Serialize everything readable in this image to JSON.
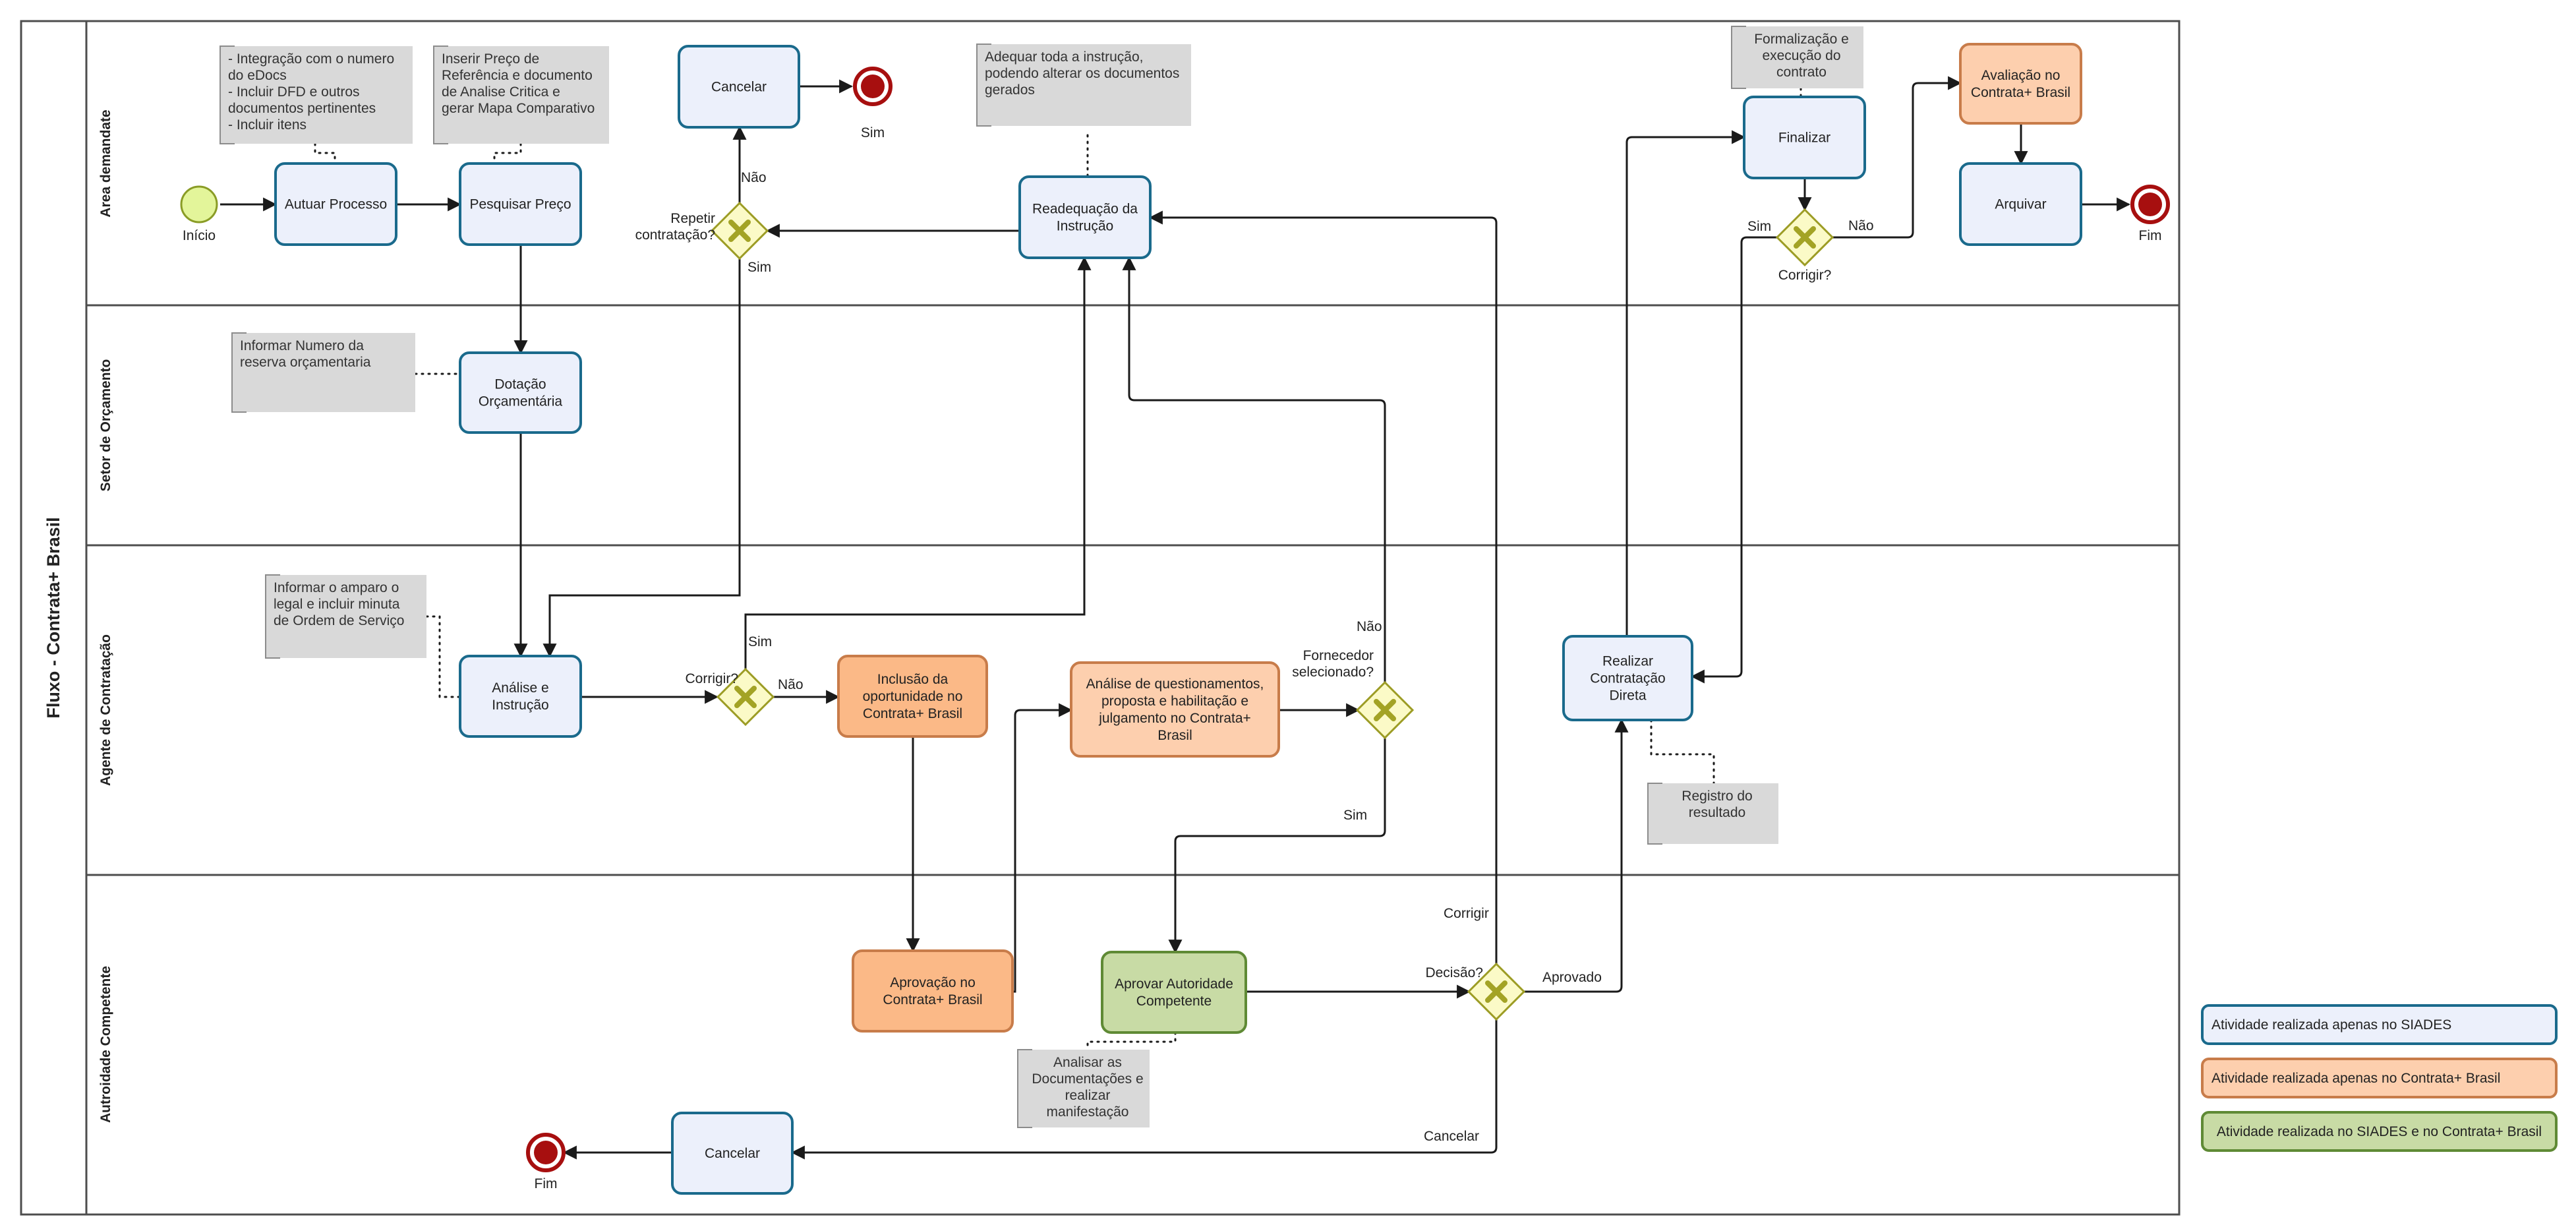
{
  "pool": {
    "title": "Fluxo - Contrata+ Brasil"
  },
  "lanes": [
    {
      "id": "area",
      "title": "Area demandate"
    },
    {
      "id": "orc",
      "title": "Setor de Orçamento"
    },
    {
      "id": "agente",
      "title": "Agente de Contratação"
    },
    {
      "id": "aut",
      "title": "Autroidade Competente"
    }
  ],
  "colors": {
    "siades_fill": "#ecf0fb",
    "siades_stroke": "#1a6a8c",
    "contrata_fill": "#fdcfae",
    "contrata_strong_fill": "#fbb987",
    "contrata_stroke": "#c87c4a",
    "both_fill": "#c8dba5",
    "both_stroke": "#5f8a35",
    "note_fill": "#d9d9d9",
    "note_stroke": "#8c8c8c",
    "gateway_fill": "#fbfac7",
    "gateway_stroke": "#9c9c24",
    "start_fill": "#e3f59a",
    "start_stroke": "#8a9c26",
    "end_fill": "#a70f0f",
    "end_stroke": "#a70f0f"
  },
  "tasks": [
    {
      "id": "autuar",
      "kind": "siades",
      "lines": [
        "Autuar Processo"
      ]
    },
    {
      "id": "pesquisar",
      "kind": "siades",
      "lines": [
        "Pesquisar Preço"
      ]
    },
    {
      "id": "cancelar_top",
      "kind": "siades",
      "lines": [
        "Cancelar"
      ]
    },
    {
      "id": "readequacao",
      "kind": "siades",
      "lines": [
        "Readequação da",
        "Instrução"
      ]
    },
    {
      "id": "finalizar",
      "kind": "siades",
      "lines": [
        "Finalizar"
      ]
    },
    {
      "id": "avaliacao",
      "kind": "contrata",
      "lines": [
        "Avaliação no",
        "Contrata+ Brasil"
      ]
    },
    {
      "id": "arquivar",
      "kind": "siades",
      "lines": [
        "Arquivar"
      ]
    },
    {
      "id": "dotacao",
      "kind": "siades",
      "lines": [
        "Dotação",
        "Orçamentária"
      ]
    },
    {
      "id": "analise_instrucao",
      "kind": "siades",
      "lines": [
        "Análise e",
        "Instrução"
      ]
    },
    {
      "id": "inclusao",
      "kind": "contrata_strong",
      "lines": [
        "Inclusão da",
        "oportunidade no",
        "Contrata+ Brasil"
      ]
    },
    {
      "id": "analise_quest",
      "kind": "contrata",
      "lines": [
        "Análise de questionamentos,",
        "proposta e habilitação e",
        "julgamento no Contrata+",
        "Brasil"
      ]
    },
    {
      "id": "realizar",
      "kind": "siades",
      "lines": [
        "Realizar",
        "Contratação",
        "Direta"
      ]
    },
    {
      "id": "aprovacao",
      "kind": "contrata_strong",
      "lines": [
        "Aprovação no",
        "Contrata+ Brasil"
      ]
    },
    {
      "id": "aprovar_aut",
      "kind": "both",
      "lines": [
        "Aprovar Autoridade",
        "Competente"
      ]
    },
    {
      "id": "cancelar_bottom",
      "kind": "siades",
      "lines": [
        "Cancelar"
      ]
    }
  ],
  "notes": [
    {
      "id": "note_autuar",
      "lines": [
        "- Integração com o numero",
        "do eDocs",
        "- Incluir DFD e outros",
        "documentos pertinentes",
        "- Incluir itens"
      ]
    },
    {
      "id": "note_pesquisar",
      "lines": [
        "Inserir Preço de",
        "Referência e documento",
        "de Analise Critica e",
        "gerar Mapa Comparativo"
      ]
    },
    {
      "id": "note_readequacao",
      "lines": [
        "Adequar toda a instrução,",
        "podendo alterar os documentos",
        "gerados"
      ]
    },
    {
      "id": "note_finalizar",
      "lines": [
        "Formalização e",
        "execução do",
        "contrato"
      ]
    },
    {
      "id": "note_dotacao",
      "lines": [
        "Informar Numero da",
        "reserva orçamentaria"
      ]
    },
    {
      "id": "note_analise",
      "lines": [
        "Informar o amparo o",
        "legal e incluir minuta",
        "de Ordem de Serviço"
      ]
    },
    {
      "id": "note_registro",
      "lines": [
        "Registro do",
        "resultado"
      ]
    },
    {
      "id": "note_aprovar",
      "lines": [
        "Analisar as",
        "Documentações e",
        "realizar",
        "manifestação"
      ]
    }
  ],
  "events": [
    {
      "id": "inicio",
      "type": "start",
      "label": "Início"
    },
    {
      "id": "sim_end",
      "type": "end",
      "label": "Sim"
    },
    {
      "id": "fim_top",
      "type": "end",
      "label": "Fim"
    },
    {
      "id": "fim_bottom",
      "type": "end",
      "label": "Fim"
    }
  ],
  "gateways": [
    {
      "id": "gw_repetir",
      "label": [
        "Repetir",
        "contratação?"
      ]
    },
    {
      "id": "gw_corrigir_top",
      "label": [
        "Corrigir?"
      ]
    },
    {
      "id": "gw_corrigir_agente",
      "label": [
        "Corrigir?"
      ]
    },
    {
      "id": "gw_fornecedor",
      "label": [
        "Fornecedor",
        "selecionado?"
      ]
    },
    {
      "id": "gw_decisao",
      "label": [
        "Decisão?"
      ]
    }
  ],
  "flow_labels": [
    {
      "id": "fl_nao_cancelar",
      "text": "Não"
    },
    {
      "id": "fl_sim_repetir",
      "text": "Sim"
    },
    {
      "id": "fl_sim_corrigir_top",
      "text": "Sim"
    },
    {
      "id": "fl_nao_corrigir_top",
      "text": "Não"
    },
    {
      "id": "fl_sim_agente",
      "text": "Sim"
    },
    {
      "id": "fl_nao_agente",
      "text": "Não"
    },
    {
      "id": "fl_nao_fornecedor",
      "text": "Não"
    },
    {
      "id": "fl_sim_fornecedor",
      "text": "Sim"
    },
    {
      "id": "fl_corrigir",
      "text": "Corrigir"
    },
    {
      "id": "fl_aprovado",
      "text": "Aprovado"
    },
    {
      "id": "fl_cancelar",
      "text": "Cancelar"
    }
  ],
  "legend": [
    {
      "id": "leg_siades",
      "kind": "siades",
      "text": "Atividade realizada apenas no SIADES"
    },
    {
      "id": "leg_contrata",
      "kind": "contrata",
      "text": "Atividade realizada apenas no Contrata+ Brasil"
    },
    {
      "id": "leg_both",
      "kind": "both",
      "text": "Atividade realizada no SIADES e no Contrata+ Brasil"
    }
  ]
}
